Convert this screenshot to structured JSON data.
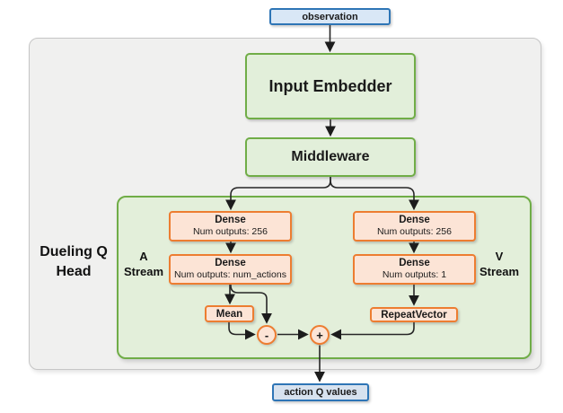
{
  "diagram": {
    "observation_label": "observation",
    "input_embedder_label": "Input Embedder",
    "middleware_label": "Middleware",
    "action_q_values_label": "action Q values",
    "dueling_head": {
      "label_line1": "Dueling Q",
      "label_line2": "Head",
      "a_stream_line1": "A",
      "a_stream_line2": "Stream",
      "v_stream_line1": "V",
      "v_stream_line2": "Stream",
      "a_dense1": {
        "title": "Dense",
        "subtitle": "Num outputs: 256"
      },
      "a_dense2": {
        "title": "Dense",
        "subtitle": "Num outputs: num_actions"
      },
      "v_dense1": {
        "title": "Dense",
        "subtitle": "Num outputs: 256"
      },
      "v_dense2": {
        "title": "Dense",
        "subtitle": "Num outputs: 1"
      },
      "mean_label": "Mean",
      "repeat_vector_label": "RepeatVector",
      "minus_label": "-",
      "plus_label": "+"
    },
    "colors": {
      "green_border": "#70ad47",
      "green_fill": "#e2efda",
      "orange_border": "#ed7d31",
      "orange_fill": "#fce4d6",
      "blue_border": "#2e75b6",
      "blue_fill": "#d9e7f6",
      "container_fill": "#f0f0ef",
      "arrow": "#222222"
    }
  }
}
